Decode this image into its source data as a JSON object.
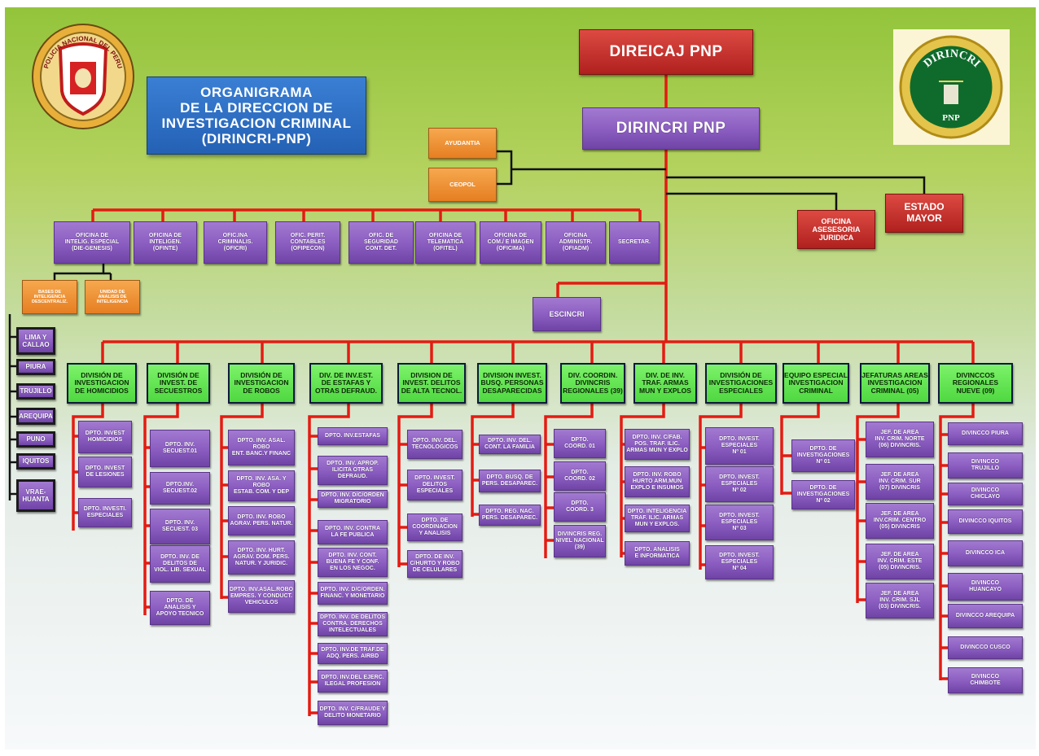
{
  "title": "ORGANIGRAMA\nDE LA DIRECCION  DE\nINVESTIGACION  CRIMINAL\n(DIRINCRI-PNP)",
  "top": {
    "direicaj": "DIREICAJ PNP",
    "dirincri": "DIRINCRI PNP",
    "estado_mayor": "ESTADO\nMAYOR",
    "asesoria": "OFICINA\nASESESORIA\nJURIDICA",
    "ayudantia": "AYUDANTIA",
    "ceopol": "CEOPOL",
    "escincri": "ESCINCRI"
  },
  "logos": {
    "left_ring": "POLICIA NACIONAL DEL PERU",
    "right_ring": "DIRINCRI",
    "right_bottom": "PNP"
  },
  "oficinas": [
    "OFICINA DE\nINTELIG. ESPECIAL\n(DIE-GENESIS)",
    "OFICINA DE\nINTELIGEN.\n(OFINTE)",
    "OFIC.INA\nCRIMINALIS.\n(OFICRI)",
    "OFIC. PERIT.\nCONTABLES\n(OFIPECON)",
    "OFIC. DE\nSEGURIDAD\nCONT. DET.",
    "OFICINA DE\nTELEMATICA\n(OFITEL)",
    "OFICINA DE\nCOM./ E IMAGEN\n(OFICIMA)",
    "OFICINA\nADMINISTR.\n(OFIADM)",
    "SECRETAR."
  ],
  "intel_units": [
    "BASES DE\nINTELIGENCIA\nDESCENTRALIZ.",
    "UNIDAD DE\nANALISIS DE\nINTELIGENCIA"
  ],
  "cities": [
    "LIMA Y\nCALLAO",
    "PIURA",
    "TRUJILLO",
    "AREQUIPA",
    "PUNO",
    "IQUITOS",
    "VRAE-\nHUANTA"
  ],
  "divisions": [
    {
      "name": "DIVISIÓN DE\nINVESTIGACION\nDE HOMICIDIOS",
      "units": [
        "DPTO. INVEST\nHOMICIDIOS",
        "DPTO. INVEST\nDE LESIONES",
        "DPTO. INVESTI.\nESPECIALES"
      ]
    },
    {
      "name": "DIVISIÓN DE\nINVEST. DE\nSECUESTROS",
      "units": [
        "DPTO. INV.\nSECUEST.01",
        "DPTO.INV.\nSECUEST.02",
        "DPTO. INV.\nSECUEST. 03",
        "DPTO. INV. DE\nDELITOS DE\nVIOL. LIB. SEXUAL",
        "DPTO. DE\nANALISIS Y\nAPOYO TECNICO"
      ]
    },
    {
      "name": "DIVISIÓN DE\nINVESTIGACION\nDE ROBOS",
      "units": [
        "DPTO. INV. ASAL. ROBO\nENT. BANC.Y FINANC",
        "DPTO. INV. ASA. Y ROBO\nESTAB. COM. Y DEP",
        "DPTO. INV. ROBO\nAGRAV. PERS. NATUR.",
        "DPTO. INV. HURT.\nAGRAV. DOM. PERS.\nNATUR. Y JURIDIC.",
        "DPTO. INV.ASAL.ROBO\nEMPRES. Y CONDUCT.\nVEHICULOS"
      ]
    },
    {
      "name": "DIV. DE INV.EST.\nDE ESTAFAS Y\nOTRAS DEFRAUD.",
      "units": [
        "DPTO. INV.ESTAFAS",
        "DPTO. INV. APROP.\nILICITA OTRAS\nDEFRAUD.",
        "DPTO. INV. D/C/ORDEN\nMIGRATORIO",
        "DPTO. INV. CONTRA\nLA FE PUBLICA",
        "DPTO. INV. CONT.\nBUENA FE Y CONF.\nEN LOS NEGOC.",
        "DPTO. INV. D/C/ORDEN.\nFINANC. Y MONETARIO",
        "DPTO. INV. DE DELITOS\nCONTRA. DERECHOS\nINTELECTUALES",
        "DPTO. INV.DE TRAF.DE\nADQ. PERS. AIRBD",
        "DPTO. INV.DEL EJERC.\nILEGAL PROFESION",
        "DPTO. INV. C/FRAUDE Y\nDELITO MONETARIO"
      ]
    },
    {
      "name": "DIVISION DE\nINVEST. DELITOS\nDE ALTA TECNOL.",
      "units": [
        "DPTO. INV. DEL.\nTECNOLOGICOS",
        "DPTO. INVEST.\nDELITOS\nESPECIALES",
        "DPTO. DE\nCOORDINACION\nY ANALISIS",
        "DPTO. DE INV.\nC/HURTO Y ROBO\nDE CELULARES"
      ]
    },
    {
      "name": "DIVISION INVEST.\nBUSQ. PERSONAS\nDESAPARECIDAS",
      "units": [
        "DPTO. INV. DEL.\nCONT. LA FAMILIA",
        "DPTO. BUSQ. DE\nPERS. DESAPAREC.",
        "DPTO. REG. NAC.\nPERS. DESAPAREC."
      ]
    },
    {
      "name": "DIV. COORDIN.\nDIVINCRIS\nREGIONALES (39)",
      "units": [
        "DPTO.\nCOORD. 01",
        "DPTO.\nCOORD. 02",
        "DPTO.\nCOORD. 3",
        "DIVINCRIS REG.\nNIVEL NACIONAL\n(39)"
      ]
    },
    {
      "name": "DIV. DE INV.\nTRAF. ARMAS\nMUN Y EXPLOS",
      "units": [
        "DPTO. INV. C/FAB.\nPOS. TRAF. ILIC.\nARMAS MUN Y EXPLO",
        "DPTO. INV. ROBO\nHURTO ARM.MUN\nEXPLO E INSUMOS",
        "DPTO. INTELIGENCIA\nTRAF. ILIC. ARMAS\nMUN Y EXPLOS.",
        "DPTO. ANALISIS\nE INFORMATICA"
      ]
    },
    {
      "name": "DIVISIÓN DE\nINVESTIGACIONES\nESPECIALES",
      "units": [
        "DPTO. INVEST.\nESPECIALES\nNº 01",
        "DPTO. INVEST.\nESPECIALES\nNº 02",
        "DPTO. INVEST.\nESPECIALES\nNº 03",
        "DPTO. INVEST.\nESPECIALES\nNº 04"
      ]
    },
    {
      "name": "EQUIPO ESPECIAL\nINVESTIGACION\nCRIMINAL",
      "units": [
        "DPTO. DE\nINVESTIGACIONES\nNº 01",
        "DPTO. DE\nINVESTIGACIONES\nNº 02"
      ]
    },
    {
      "name": "JEFATURAS AREAS\nINVESTIGACION\nCRIMINAL (05)",
      "units": [
        "JEF. DE AREA\nINV. CRIM. NORTE\n(06) DIVINCRIS.",
        "JEF. DE AREA\nINV. CRIM. SUR\n(07) DIVINCRIS",
        "JEF. DE AREA\nINV.CRIM. CENTRO\n(05) DIVINCRIS",
        "JEF. DE AREA\nINV. CRIM. ESTE\n(05) DIVINCRIS.",
        "JEF. DE AREA\nINV. CRIM. SJL\n(03) DIVINCRIS."
      ]
    },
    {
      "name": "DIVINCCOS\nREGIONALES\nNUEVE (09)",
      "units": [
        "DIVINCCO PIURA",
        "DIVINCCO\nTRUJILLO",
        "DIVINCCO\nCHICLAYO",
        "DIVINCCO IQUITOS",
        "DIVINCCO ICA",
        "DIVINCCO\nHUANCAYO",
        "DIVINCCO AREQUIPA",
        "DIVINCCO CUSCO",
        "DIVINCCO\nCHIMBOTE"
      ]
    }
  ]
}
